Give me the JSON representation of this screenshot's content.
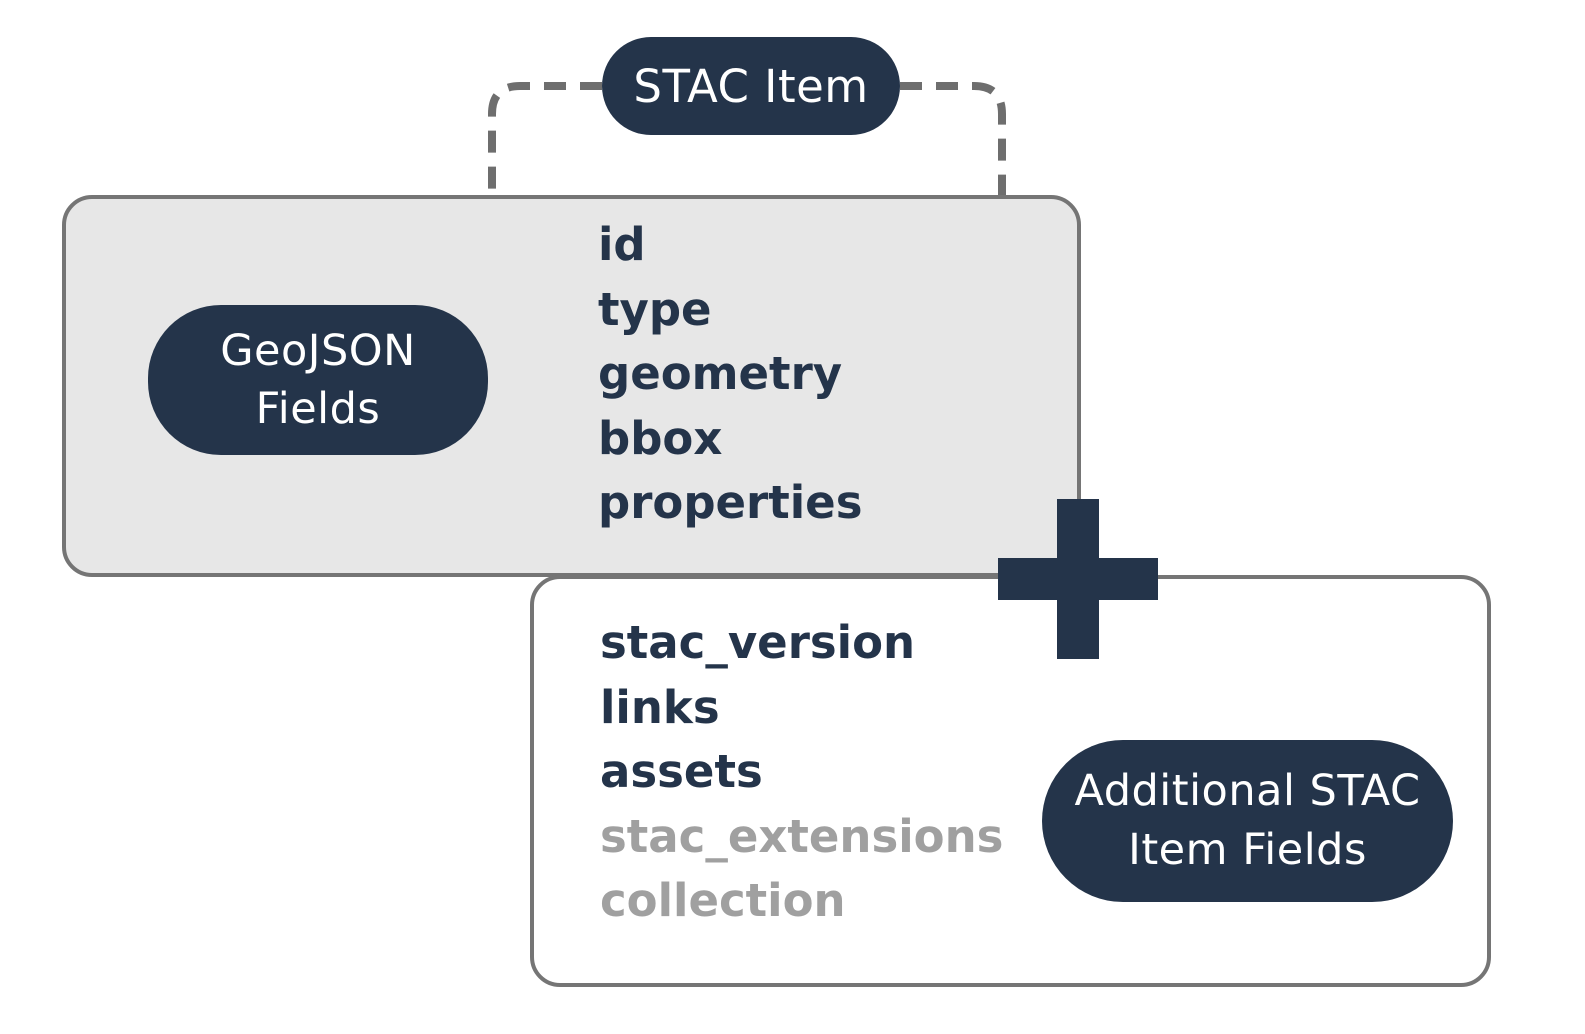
{
  "diagram": {
    "stac_item_pill": {
      "label": "STAC Item"
    },
    "geojson_box": {
      "pill": {
        "lines": [
          "GeoJSON",
          "Fields"
        ]
      },
      "fields": [
        "id",
        "type",
        "geometry",
        "bbox",
        "properties"
      ]
    },
    "plus_icon": "plus",
    "additional_box": {
      "pill": {
        "lines": [
          "Additional STAC",
          "Item Fields"
        ]
      },
      "core_fields": [
        "stac_version",
        "links",
        "assets"
      ],
      "optional_fields": [
        "stac_extensions",
        "collection"
      ]
    },
    "colors": {
      "navy": "#24344a",
      "box_fill_gray": "#e7e7e7",
      "box_border_gray": "#757575",
      "dash_gray": "#6e6e6e",
      "muted_text": "#a0a0a0"
    }
  }
}
